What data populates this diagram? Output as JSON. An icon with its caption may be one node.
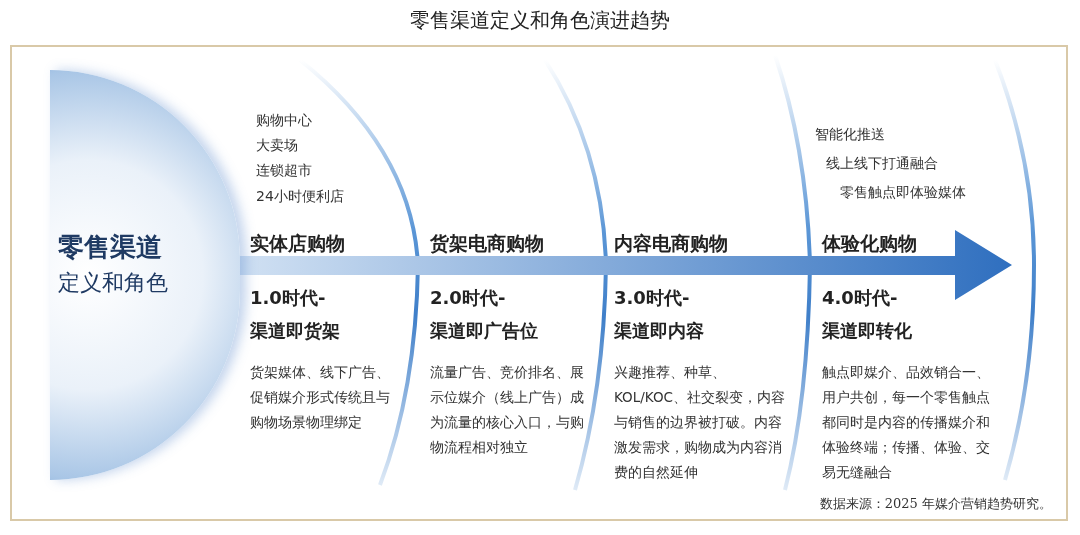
{
  "diagram": {
    "title": "零售渠道定义和角色演进趋势",
    "caption": "数据来源：2025 年媒介营销趋势研究。",
    "nodes": [
      {
        "text": [
          "零售渠道",
          "定义和角色"
        ]
      }
    ],
    "labels": [
      "购物中心",
      "大卖场",
      "连锁超市",
      "24小时便利店",
      "智能化推送",
      "线上线下打通融合",
      "零售触点即体验媒体",
      "实体店购物",
      "货架电商购物",
      "内容电商购物",
      "体验化购物",
      "1.0时代-",
      "渠道即货架",
      "2.0时代-",
      "渠道即广告位",
      "3.0时代-",
      "渠道即内容",
      "4.0时代-",
      "渠道即转化",
      "货架媒体、线下广告、促销媒介形式传统且与购物场景物理绑定",
      "流量广告、竞价排名、展示位媒介（线上广告）成为流量的核心入口，与购物流程相对独立",
      "兴趣推荐、种草、KOL/KOC、社交裂变，内容与销售的边界被打破。内容激发需求，购物成为内容消费的自然延伸",
      "触点即媒介、品效销合一、用户共创，每一个零售触点都同时是内容的传播媒介和体验终端；传播、体验、交易无缝融合"
    ]
  }
}
